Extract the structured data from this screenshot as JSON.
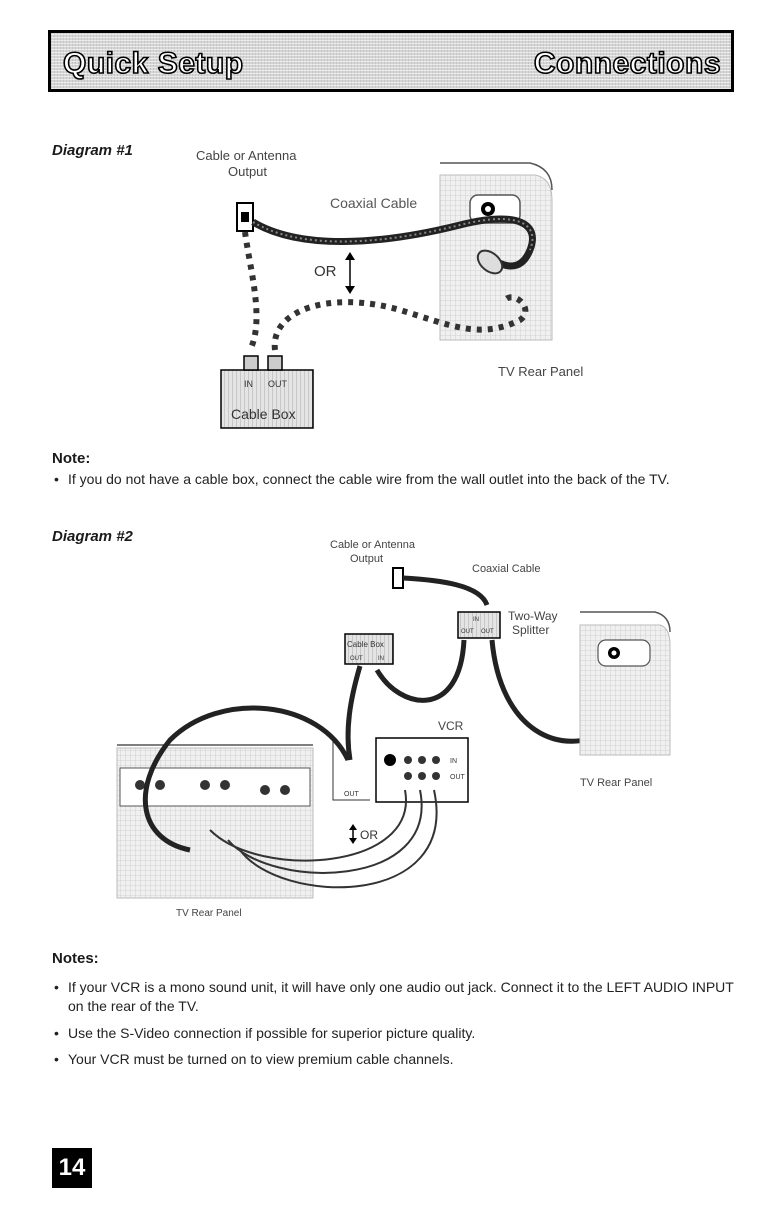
{
  "header": {
    "title_left": "Quick Setup",
    "title_right": "Connections"
  },
  "diagram1": {
    "label": "Diagram #1",
    "source_line1": "Cable or Antenna",
    "source_line2": "Output",
    "coax_label": "Coaxial Cable",
    "or_label": "OR",
    "tv_label": "TV Rear Panel",
    "box_in": "IN",
    "box_out": "OUT",
    "box_label": "Cable Box"
  },
  "note1": {
    "heading": "Note:",
    "items": [
      "If you do not have a cable box, connect the cable wire from the wall outlet into the back of the TV."
    ]
  },
  "diagram2": {
    "label": "Diagram #2",
    "source_line1": "Cable or Antenna",
    "source_line2": "Output",
    "coax_label": "Coaxial Cable",
    "splitter_line1": "Two-Way",
    "splitter_line2": "Splitter",
    "splitter_in": "IN",
    "splitter_out1": "OUT",
    "splitter_out2": "OUT",
    "box_label": "Cable Box",
    "box_out": "OUT",
    "box_in": "IN",
    "vcr_label": "VCR",
    "vcr_in": "IN",
    "vcr_out": "OUT",
    "vcr_out_rf": "OUT",
    "or_label": "OR",
    "tv_label_right": "TV Rear Panel",
    "tv_label_bottom": "TV Rear Panel"
  },
  "notes2": {
    "heading": "Notes:",
    "items": [
      "If your VCR is a mono sound unit, it will have only one audio out jack. Connect it to the LEFT AUDIO INPUT on the rear of the TV.",
      "Use the S-Video connection if possible for superior picture quality.",
      "Your VCR must be turned on to view premium cable channels."
    ]
  },
  "page": {
    "number": "14"
  }
}
